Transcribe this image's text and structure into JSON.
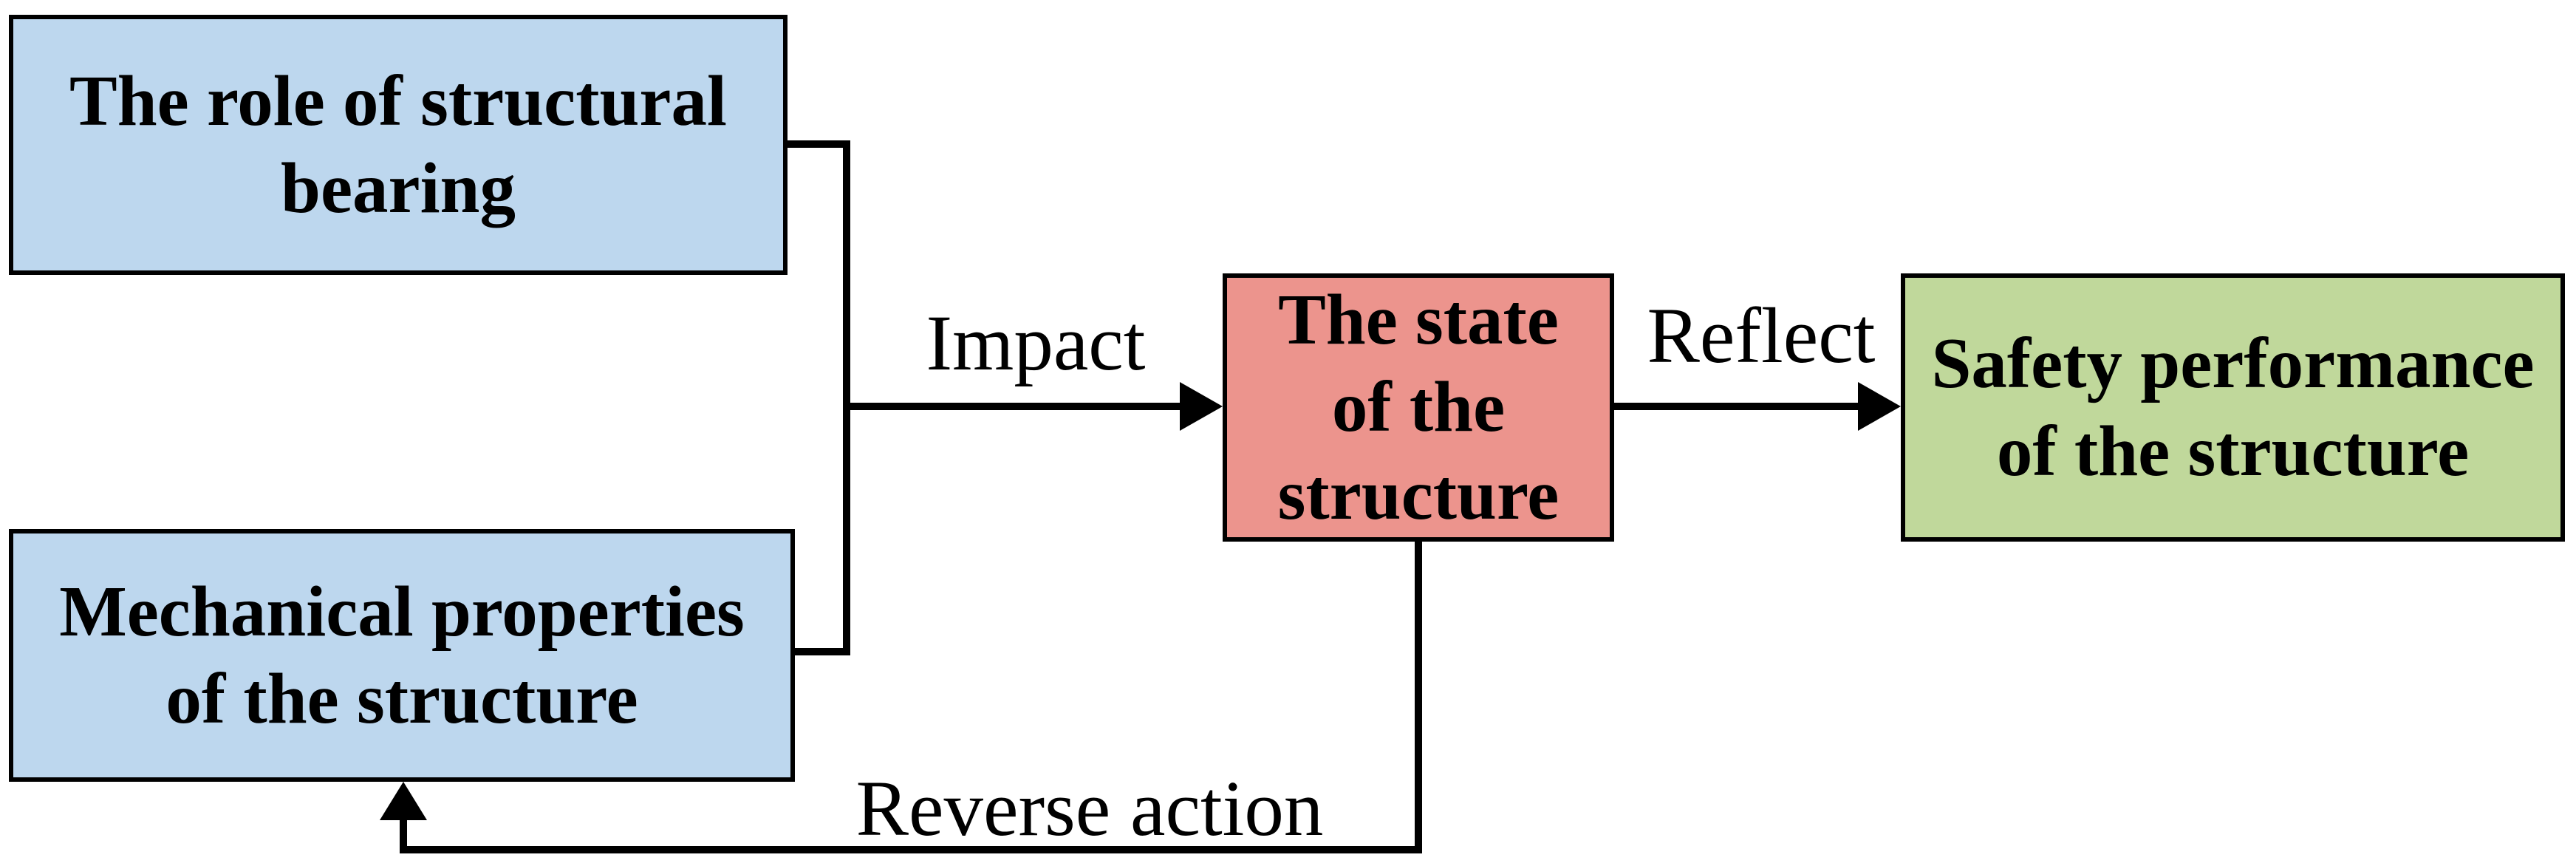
{
  "nodes": [
    {
      "id": "role-of-structural-bearing",
      "lines": [
        "The role of structural",
        "bearing"
      ],
      "fill": "#bdd7ee"
    },
    {
      "id": "mechanical-properties-of-structure",
      "lines": [
        "Mechanical properties",
        "of the structure"
      ],
      "fill": "#bdd7ee"
    },
    {
      "id": "state-of-structure",
      "lines": [
        "The state",
        "of the",
        "structure"
      ],
      "fill": "#ec948d"
    },
    {
      "id": "safety-performance-of-structure",
      "lines": [
        "Safety performance",
        "of the structure"
      ],
      "fill": "#c0d89b"
    }
  ],
  "edges": [
    {
      "id": "impact",
      "label": "Impact",
      "from": "role-of-structural-bearing + mechanical-properties-of-structure",
      "to": "state-of-structure"
    },
    {
      "id": "reflect",
      "label": "Reflect",
      "from": "state-of-structure",
      "to": "safety-performance-of-structure"
    },
    {
      "id": "reverse-action",
      "label": "Reverse action",
      "from": "state-of-structure",
      "to": "mechanical-properties-of-structure"
    }
  ],
  "colors": {
    "node_blue": "#bdd7ee",
    "node_red": "#ec948d",
    "node_green": "#c0d89b",
    "line": "#000000",
    "background": "#ffffff"
  }
}
